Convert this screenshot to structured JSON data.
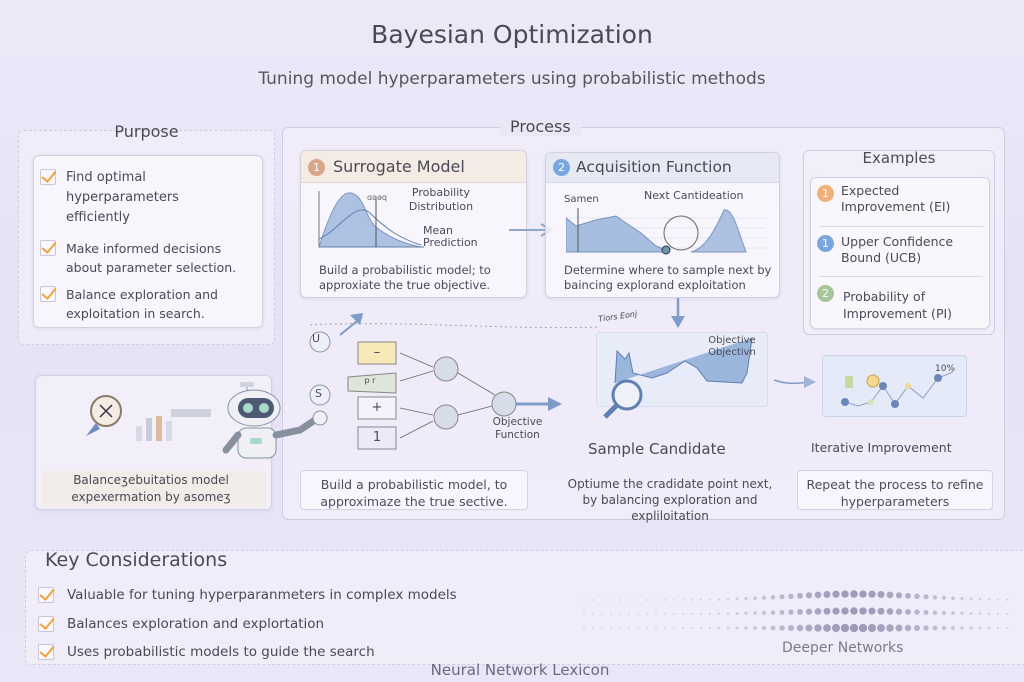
{
  "header": {
    "title": "Bayesian Optimization",
    "subtitle": "Tuning model hyperparameters using probabilistic methods"
  },
  "purpose": {
    "title": "Purpose",
    "items": [
      "Find optimal hyperparameters efficiently",
      "Make informed decisions about parameter selection.",
      "Balance exploration and exploitation in search."
    ],
    "illustration_caption": "Balanceʒebuitatios model expexermation by asomeʒ"
  },
  "process": {
    "title": "Process",
    "surrogate": {
      "number": "1",
      "title": "Surrogate Model",
      "label_top": "Probability Distribution",
      "label_small": "ɑəəq",
      "label_bottom": "Mean Prediction",
      "caption": "Build a probabilistic model; to approxiate the true objective."
    },
    "acquisition": {
      "number": "2",
      "title": "Acquisition Function",
      "label_left": "Samen",
      "label_right": "Next Cantideation",
      "caption": "Determine where to sample next by baincing explorand exploitation"
    },
    "network": {
      "nodes": [
        "U",
        "S"
      ],
      "inputs": [
        "–",
        "p r",
        "+",
        "1"
      ],
      "output_label": "Objective Function",
      "dashed_label": "Tiors Eonj",
      "caption": "Build a probabilistic model, to approximaze the true sective."
    },
    "sample": {
      "title": "Sample Candidate",
      "label": "Objective Objectivn",
      "caption": "Optiume the cradidate point next, by balancing exploration and expliloitation"
    },
    "iterative": {
      "title": "Iterative Improvement",
      "percent": "10%",
      "caption": "Repeat the process to refine hyperparameters"
    }
  },
  "examples": {
    "title": "Examples",
    "items": [
      {
        "badge": "1",
        "label": "Expected Improvement (EI)",
        "color": "#f0b07a"
      },
      {
        "badge": "1",
        "label": "Upper Confidence Bound (UCB)",
        "color": "#7aa6e0"
      },
      {
        "badge": "2",
        "label": "Probability of Improvement (PI)",
        "color": "#a8c49a"
      }
    ]
  },
  "considerations": {
    "title": "Key Considerations",
    "items": [
      "Valuable for tuning hyperparanmeters in complex models",
      "Balances exploration and explortation",
      "Uses probabilistic models to guide the search"
    ]
  },
  "footer": {
    "brand": "Deeper Networks",
    "series": "Neural Network Lexicon"
  },
  "colors": {
    "accent": "#f2a23a",
    "chart_fill": "#9bb5dc",
    "stroke": "#5f80b0"
  }
}
